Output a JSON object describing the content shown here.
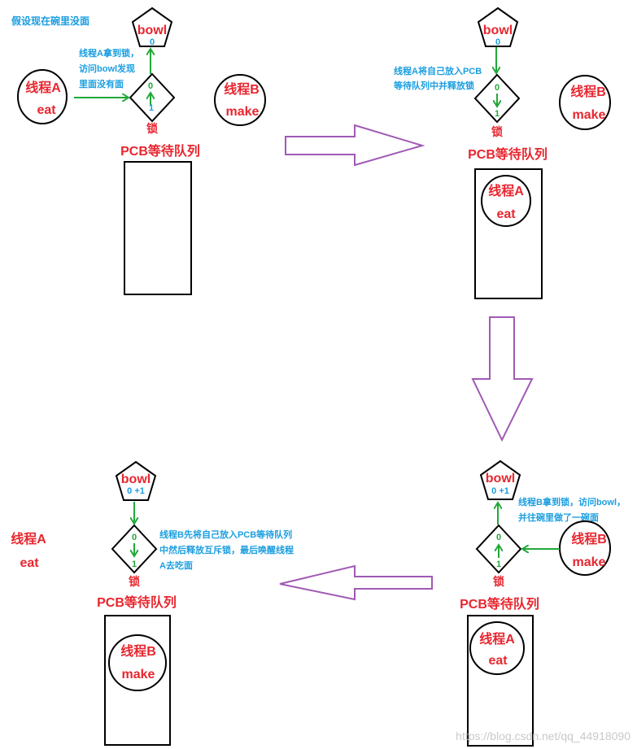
{
  "note_top": "假设现在碗里没面",
  "thread_a": "线程A",
  "thread_b": "线程B",
  "eat": "eat",
  "make": "make",
  "bowl": "bowl",
  "lock": "锁",
  "queue": "PCB等待队列",
  "num_0": "0",
  "num_1": "1",
  "num_0_plus1": "0 +1",
  "step1": [
    "线程A拿到锁，",
    "访问bowl发现",
    "里面没有面"
  ],
  "step2": [
    "线程A将自己放入PCB",
    "等待队列中并释放锁"
  ],
  "step3": [
    "线程B拿到锁，访问bowl，",
    "并往碗里做了一碗面"
  ],
  "step4": [
    "线程B先将自己放入PCB等待队列",
    "中然后释放互斥锁，最后唤醒线程",
    "A去吃面"
  ],
  "watermark": "https://blog.csdn.net/qq_44918090",
  "colors": {
    "red": "#e8262f",
    "blue": "#1a9ee0",
    "green": "#22a83a",
    "purple": "#a05ab4"
  }
}
